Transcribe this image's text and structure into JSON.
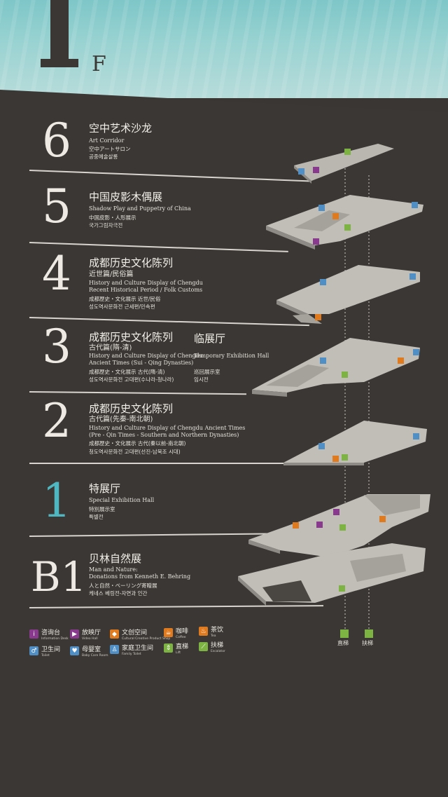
{
  "header": {
    "big_floor": "1",
    "floor_suffix": "F"
  },
  "floors": [
    {
      "id": "6",
      "number": "6",
      "title_zh": "空中艺术沙龙",
      "title_en": "Art Corridor",
      "line_ja": "空中アートサロン",
      "line_ko": "공중예술살롱"
    },
    {
      "id": "5",
      "number": "5",
      "title_zh": "中国皮影木偶展",
      "title_en": "Shadow Play and Puppetry of China",
      "line_ja": "中国皮影・人形展示",
      "line_ko": "국가그림자극전"
    },
    {
      "id": "4",
      "number": "4",
      "title_zh": "成都历史文化陈列",
      "subtitle_zh": "近世篇/民俗篇",
      "title_en": "History and Culture Display of Chengdu",
      "title_en2": "Recent Historical Period / Folk Customs",
      "line_ja": "成都歴史・文化展示 近世/民俗",
      "line_ko": "성도역사문화전 근세편/민속편"
    },
    {
      "id": "3",
      "number": "3",
      "title_zh": "成都历史文化陈列",
      "subtitle_zh": "古代篇(隋-清)",
      "title_en": "History and Culture Display of Chengdu",
      "title_en2": "Ancient Times (Sui - Qing Dynasties)",
      "line_ja": "成都歴史・文化展示 古代(隋-清)",
      "line_ko": "성도역사문화전 고대편(수나라-청나라)",
      "extra_zh": "临展厅",
      "extra_en": "Temporary Exhibition Hall",
      "extra_ja": "巡回展示室",
      "extra_ko": "임시전"
    },
    {
      "id": "2",
      "number": "2",
      "title_zh": "成都历史文化陈列",
      "subtitle_zh": "古代篇(先秦-南北朝)",
      "title_en": "History and Culture Display of Chengdu Ancient Times",
      "title_en2": "(Pre - Qin Times - Southern and Northern Dynasties)",
      "line_ja": "成都歴史・文化展示 古代(秦以前-南北朝)",
      "line_ko": "청도역사문화전 고대편(선진-남북조 시대)"
    },
    {
      "id": "1",
      "number": "1",
      "title_zh": "特展厅",
      "title_en": "Special Exhibition Hall",
      "line_ja": "特別展示室",
      "line_ko": "특별전"
    },
    {
      "id": "b1",
      "number": "B1",
      "title_zh": "贝林自然展",
      "title_en": "Man and Nature:",
      "title_en2": "Donations from Kenneth E. Behring",
      "line_ja": "人と自然・ベーリング寄贈展",
      "line_ko": "케네스 베링전-자연과 인간"
    }
  ],
  "legend": [
    {
      "zh": "咨询台",
      "en": "Information Desk",
      "color": "#8a3a8e",
      "glyph": "i"
    },
    {
      "zh": "放映厅",
      "en": "Video Hall",
      "color": "#8a3a8e",
      "glyph": "▶"
    },
    {
      "zh": "文创空间",
      "en": "Cultural Creative Product Shop",
      "color": "#e07a1f",
      "glyph": "◆"
    },
    {
      "zh": "咖啡",
      "en": "Coffee",
      "color": "#e07a1f",
      "glyph": "☕"
    },
    {
      "zh": "茶饮",
      "en": "Tea",
      "color": "#e07a1f",
      "glyph": "♨"
    },
    {
      "zh": "卫生间",
      "en": "Toilet",
      "color": "#4f8fc5",
      "glyph": "♂"
    },
    {
      "zh": "母婴室",
      "en": "Baby Care Room",
      "color": "#4f8fc5",
      "glyph": "♥"
    },
    {
      "zh": "家庭卫生间",
      "en": "Family Toilet",
      "color": "#4f8fc5",
      "glyph": "♙"
    },
    {
      "zh": "直梯",
      "en": "Lift",
      "color": "#7cb342",
      "glyph": "⇕"
    },
    {
      "zh": "扶梯",
      "en": "Escalator",
      "color": "#7cb342",
      "glyph": "⟋"
    }
  ],
  "vertical_labels": {
    "lift": "直梯",
    "escalator": "扶梯"
  },
  "colors": {
    "board": "#3b3734",
    "text": "#eeeae3",
    "teal": "#4fb7c2",
    "purple": "#8a3a8e",
    "orange": "#e07a1f",
    "blue": "#4f8fc5",
    "green": "#7cb342"
  }
}
